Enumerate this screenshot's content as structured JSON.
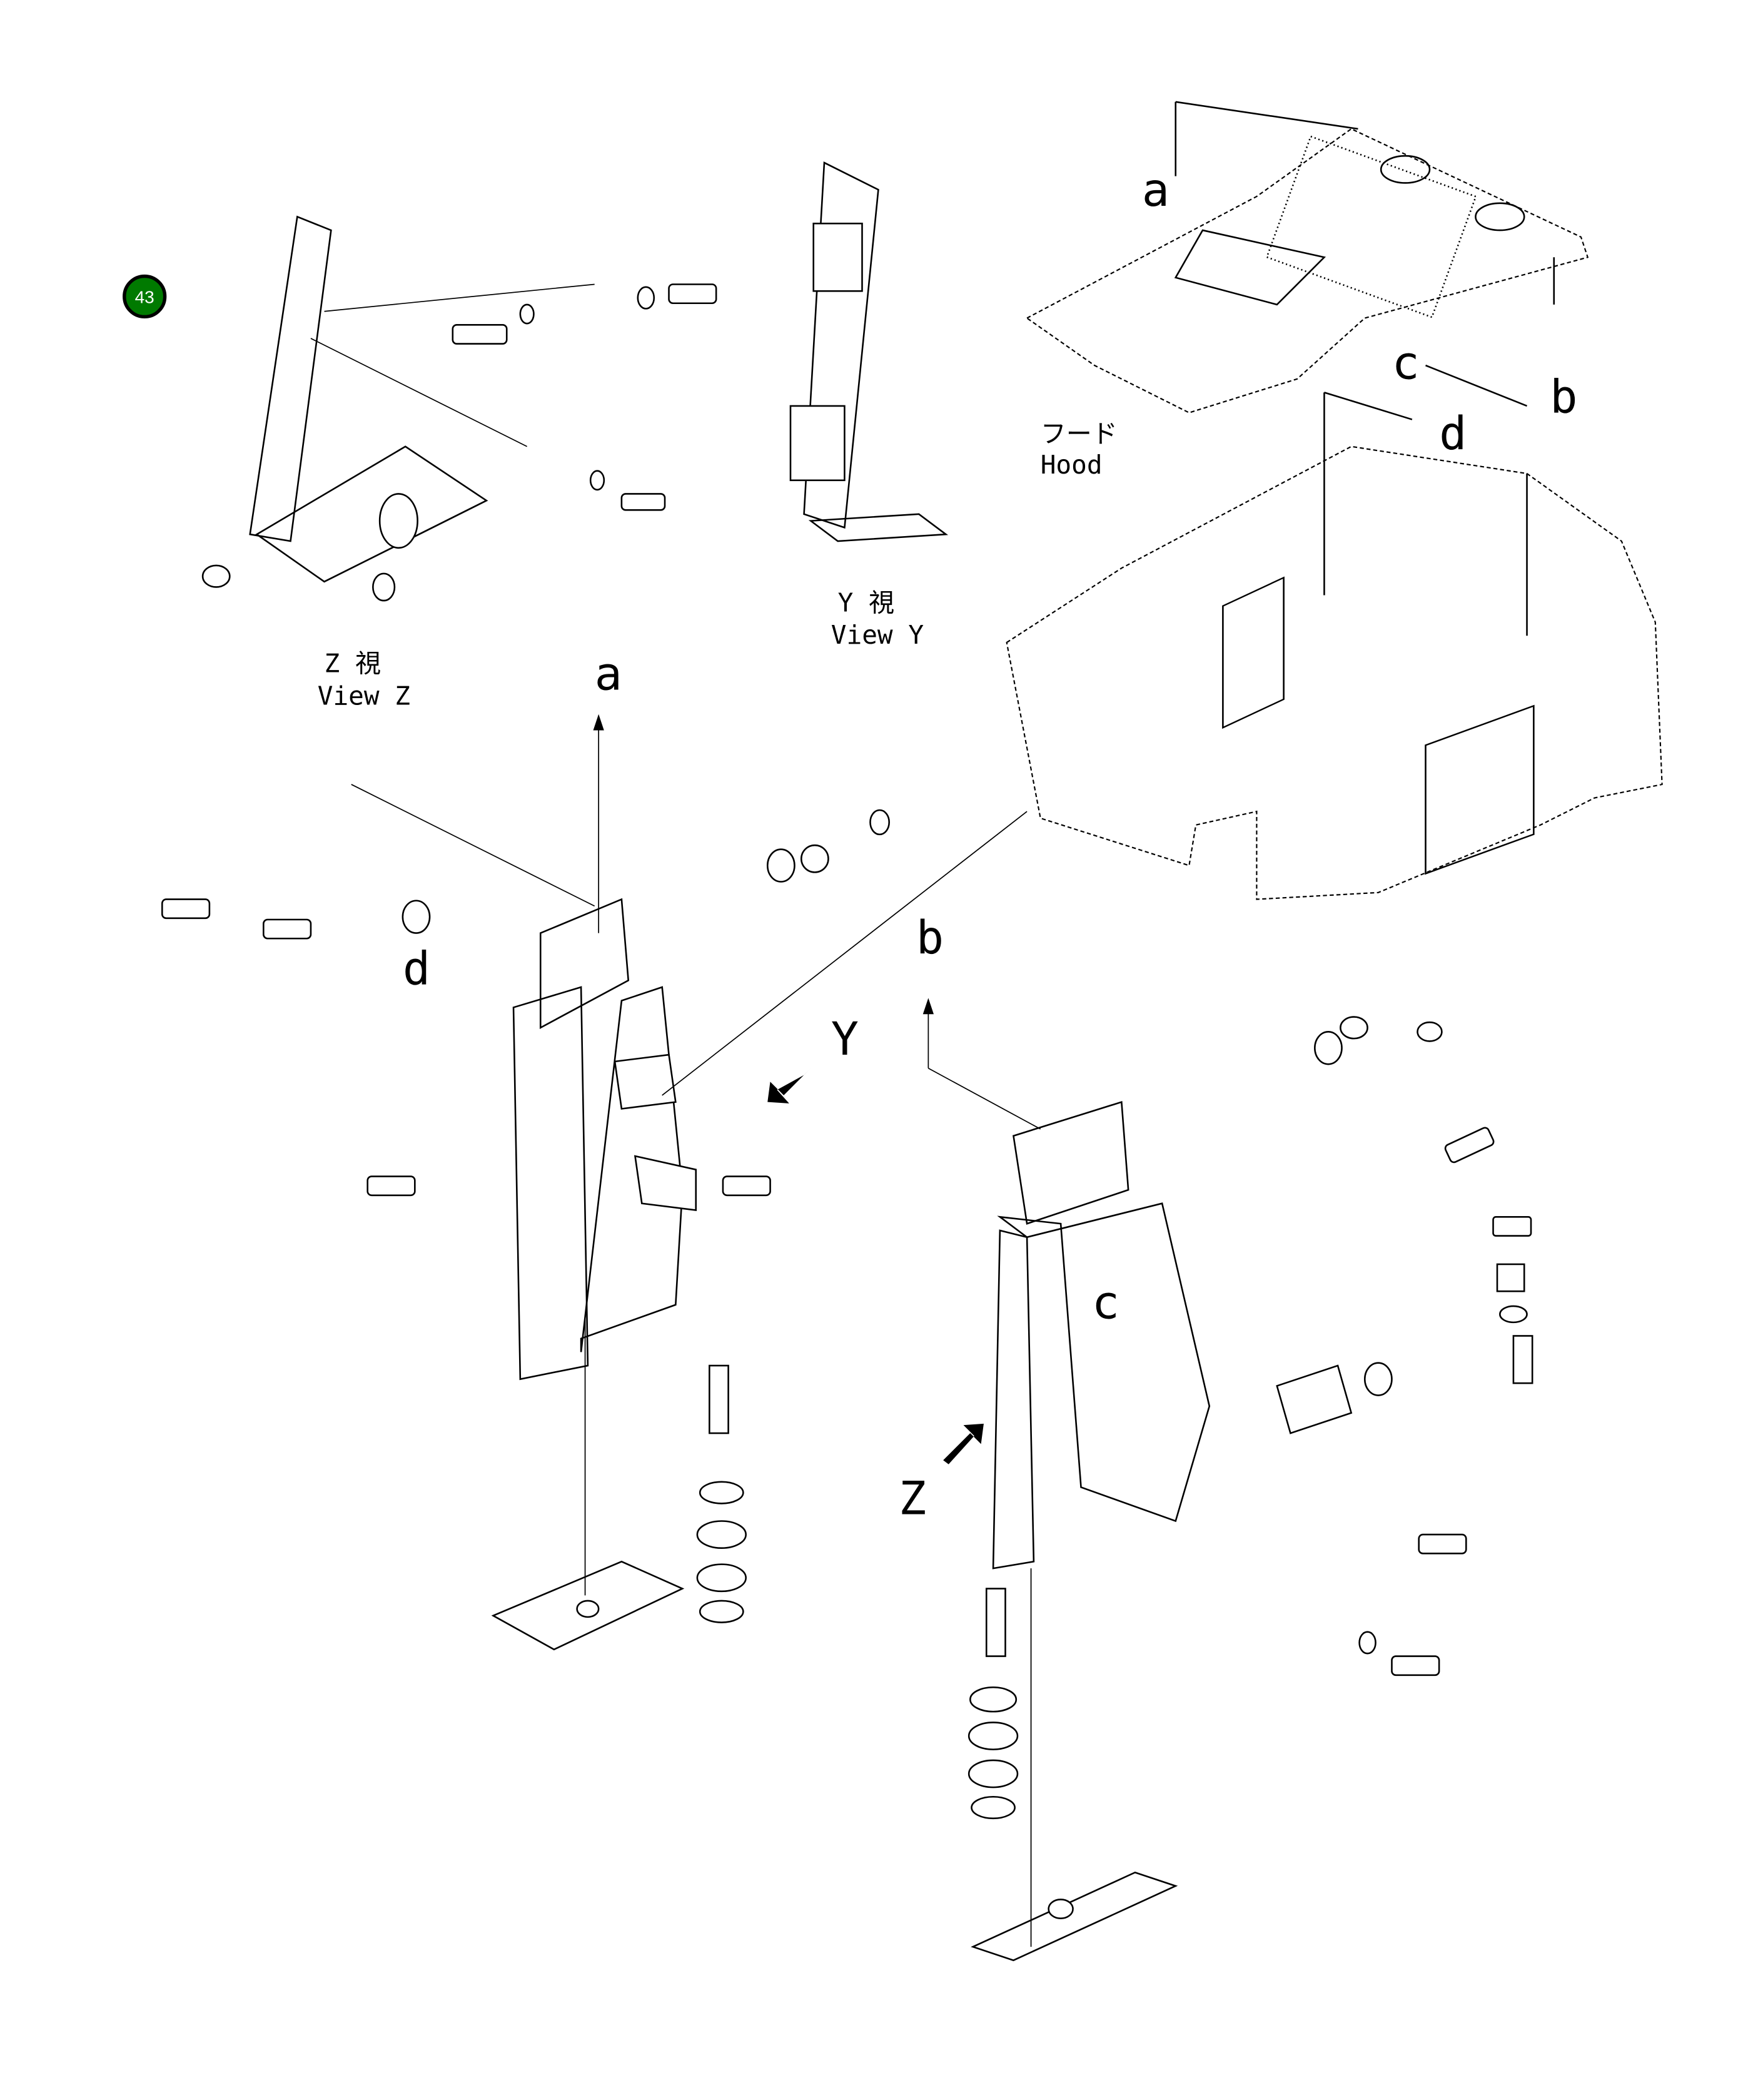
{
  "badge": {
    "number": "43",
    "color": "#007a00"
  },
  "labels": {
    "a_top": "a",
    "a_mid": "a",
    "b_top": "b",
    "b_mid": "b",
    "c_top": "c",
    "c_mid": "c",
    "d_top": "d",
    "d_mid": "d",
    "arrow_y": "Y",
    "arrow_z": "Z"
  },
  "views": {
    "hood_jp": "フード",
    "hood_en": "Hood",
    "view_z_jp": "Z 視",
    "view_z_en": "View Z",
    "view_y_jp": "Y 視",
    "view_y_en": "View Y"
  }
}
